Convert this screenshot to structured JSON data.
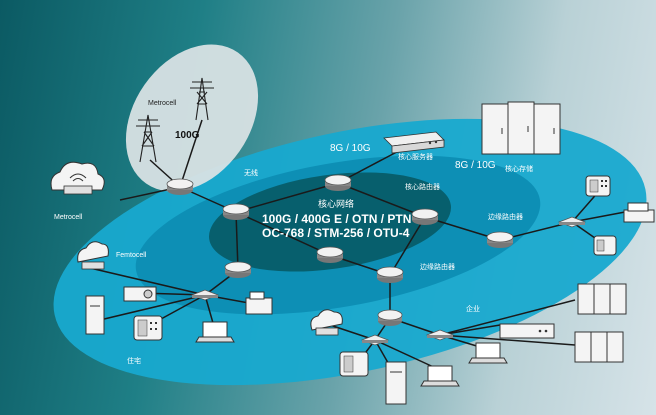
{
  "labels": {
    "metrocell_top": "Metrocell",
    "speed_100g": "100G",
    "metrocell_left": "Metrocell",
    "femtocell": "Femtocell",
    "wireless": "无线",
    "core_network": "核心网络",
    "core_protocols_line1": "100G / 400G E / OTN / PTN",
    "core_protocols_line2": "OC-768 / STM-256 / OTU-4",
    "core_server_speed": "8G / 10G",
    "core_server": "核心服务器",
    "core_storage_speed": "8G / 10G",
    "core_storage": "核心存储",
    "core_router": "核心路由器",
    "edge_router_right": "边缘路由器",
    "edge_router_bottom": "边缘路由器",
    "enterprise": "企业",
    "residential": "住宅"
  }
}
